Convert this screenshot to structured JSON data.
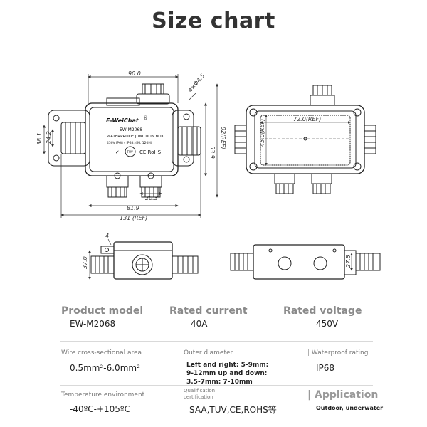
{
  "title": "Size chart",
  "drawing_top": {
    "brand": "E-WeiChat",
    "registered": "®",
    "model": "EW-M2068",
    "product_line": "WATERPROOF JUNCTION BOX",
    "spec_line": "450V   IP68 ( IP68:  4M,  120H)",
    "mark_ce": "CE RoHS",
    "mark_tuv": "TÜV",
    "dims": {
      "width_90": "90.0",
      "hole": "4×Φ4.5",
      "height_53_9": "53.9",
      "height_92_ref": "92(REF)",
      "left_38_1": "38.1",
      "left_24_2": "24.2",
      "pitch_20_3": "20.3",
      "width_81_9": "81.9",
      "width_131_ref": "131 (REF)",
      "inner_72": "72.0(REF)",
      "inner_45": "45.0(REF)"
    }
  },
  "drawing_bottom": {
    "dims": {
      "height_37": "37.0",
      "small_4": "4",
      "right_27_5": "27.5"
    }
  },
  "specs": {
    "product_model_label": "Product model",
    "product_model_value": "EW-M2068",
    "rated_current_label": "Rated current",
    "rated_current_value": "40A",
    "rated_voltage_label": "Rated voltage",
    "rated_voltage_value": "450V",
    "wire_label": "Wire cross-sectional area",
    "wire_value": "0.5mm²-6.0mm²",
    "outer_label": "Outer diameter",
    "outer_line1": "Left and right: 5-9mm:",
    "outer_line2": "9-12mm up and down:",
    "outer_line3": "3.5-7mm: 7-10mm",
    "waterproof_label": "Waterproof rating",
    "waterproof_value": "IP68",
    "temp_label": "Temperature environment",
    "temp_value": "-40ºC-+105ºC",
    "qual_label1": "Qualification",
    "qual_label2": "certification",
    "qual_value": "SAA,TUV,CE,ROHS等",
    "application_label": "Application",
    "application_value": "Outdoor, underwater"
  }
}
